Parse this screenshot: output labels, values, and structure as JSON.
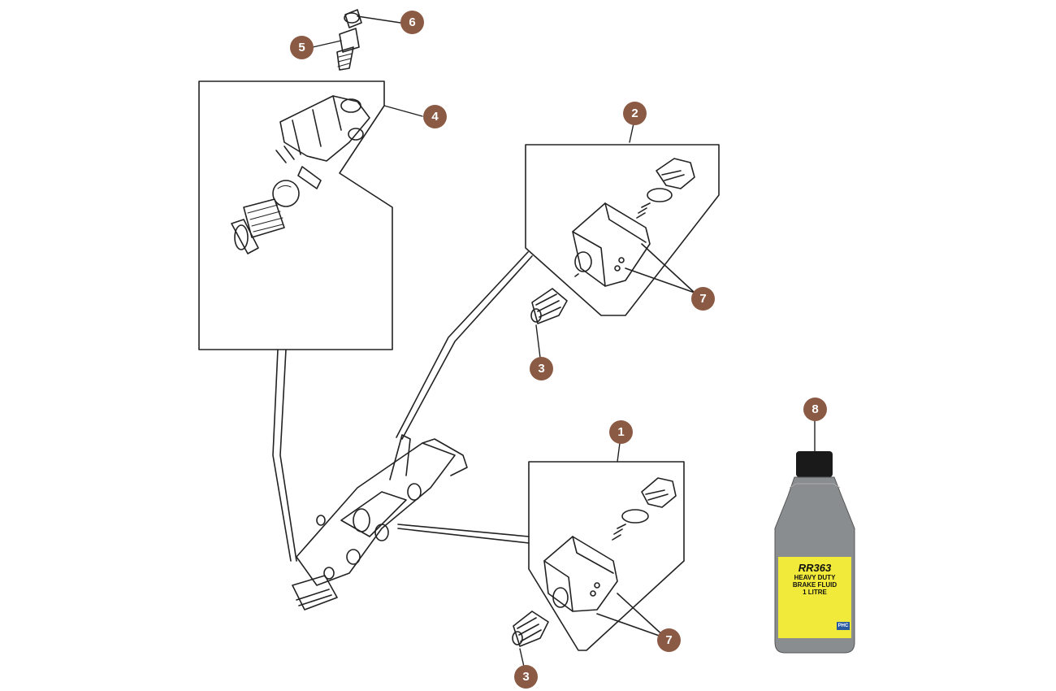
{
  "colors": {
    "callout_fill": "#8b5a44",
    "line": "#222222",
    "bottle_body": "#8a8d8f",
    "bottle_cap": "#1a1a1a",
    "label_yellow": "#f1ea3b"
  },
  "callouts": [
    {
      "id": "1",
      "label": "1"
    },
    {
      "id": "2",
      "label": "2"
    },
    {
      "id": "3a",
      "label": "3"
    },
    {
      "id": "3b",
      "label": "3"
    },
    {
      "id": "4",
      "label": "4"
    },
    {
      "id": "5",
      "label": "5"
    },
    {
      "id": "6",
      "label": "6"
    },
    {
      "id": "7a",
      "label": "7"
    },
    {
      "id": "7b",
      "label": "7"
    },
    {
      "id": "8",
      "label": "8"
    }
  ],
  "bottle": {
    "code": "RR363",
    "line1": "HEAVY DUTY",
    "line2": "BRAKE FLUID",
    "line3": "1 LITRE",
    "brand": "PHC"
  }
}
